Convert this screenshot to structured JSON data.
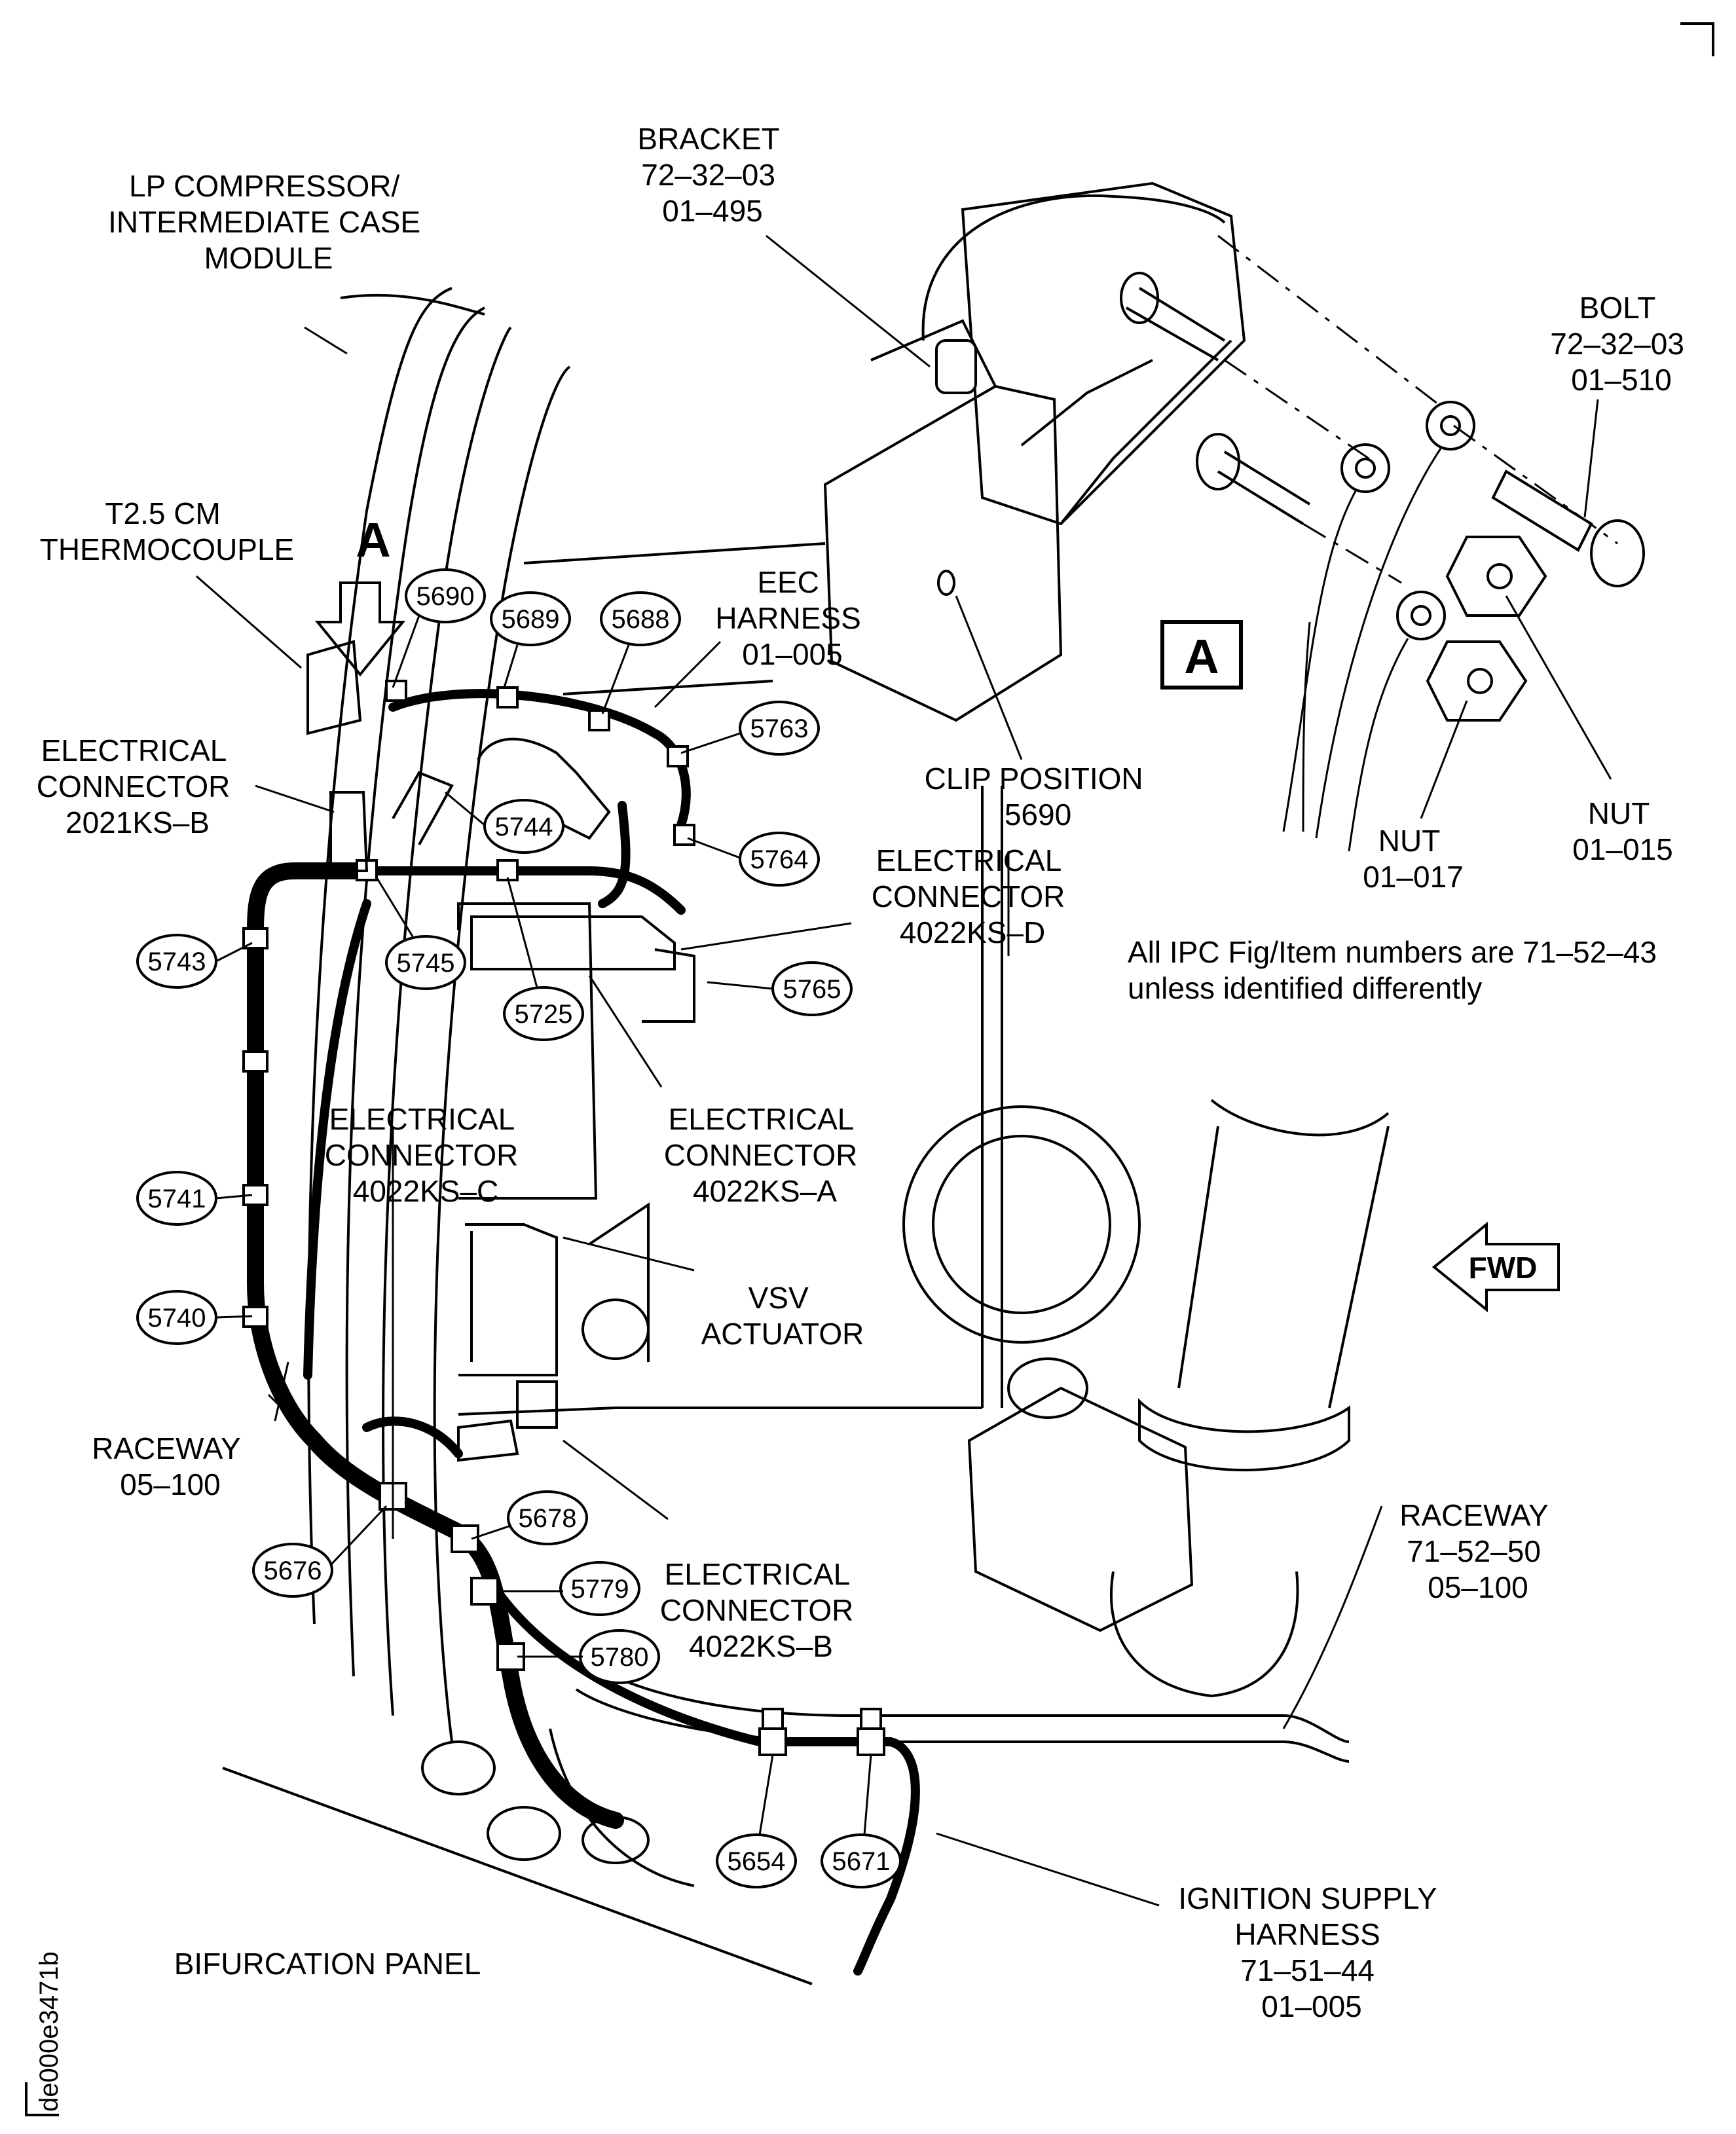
{
  "labels": {
    "lp_module": [
      "LP COMPRESSOR/",
      "INTERMEDIATE CASE",
      "MODULE"
    ],
    "bracket": [
      "BRACKET",
      "72–32–03",
      "01–495"
    ],
    "bolt": [
      "BOLT",
      "72–32–03",
      "01–510"
    ],
    "thermocouple": [
      "T2.5 CM",
      "THERMOCOUPLE"
    ],
    "eec_harness": [
      "EEC",
      "HARNESS",
      "01–005"
    ],
    "clip_position": [
      "CLIP POSITION",
      "5690"
    ],
    "nut_015": [
      "NUT",
      "01–015"
    ],
    "nut_017": [
      "NUT",
      "01–017"
    ],
    "conn_2021ks_b": [
      "ELECTRICAL",
      "CONNECTOR",
      "2021KS–B"
    ],
    "conn_4022ks_d": [
      "ELECTRICAL",
      "CONNECTOR",
      "4022KS–D"
    ],
    "note": [
      "All IPC Fig/Item numbers are 71–52–43",
      "unless identified differently"
    ],
    "conn_4022ks_c": [
      "ELECTRICAL",
      "CONNECTOR",
      "4022KS–C"
    ],
    "conn_4022ks_a": [
      "ELECTRICAL",
      "CONNECTOR",
      "4022KS–A"
    ],
    "vsv_actuator": [
      "VSV",
      "ACTUATOR"
    ],
    "raceway_05_100": [
      "RACEWAY",
      "05–100"
    ],
    "conn_4022ks_b": [
      "ELECTRICAL",
      "CONNECTOR",
      "4022KS–B"
    ],
    "raceway_71_52_50": [
      "RACEWAY",
      "71–52–50",
      "05–100"
    ],
    "ignition_harness": [
      "IGNITION SUPPLY",
      "HARNESS",
      "71–51–44",
      "01–005"
    ],
    "bifurcation_panel": [
      "BIFURCATION PANEL"
    ]
  },
  "view_letter": "A",
  "view_arrow_letter": "A",
  "fwd_label": "FWD",
  "drawing_id": "de000e3471b",
  "callouts": [
    "5690",
    "5689",
    "5688",
    "5763",
    "5744",
    "5764",
    "5743",
    "5745",
    "5725",
    "5765",
    "5741",
    "5740",
    "5676",
    "5678",
    "5779",
    "5780",
    "5654",
    "5671"
  ]
}
